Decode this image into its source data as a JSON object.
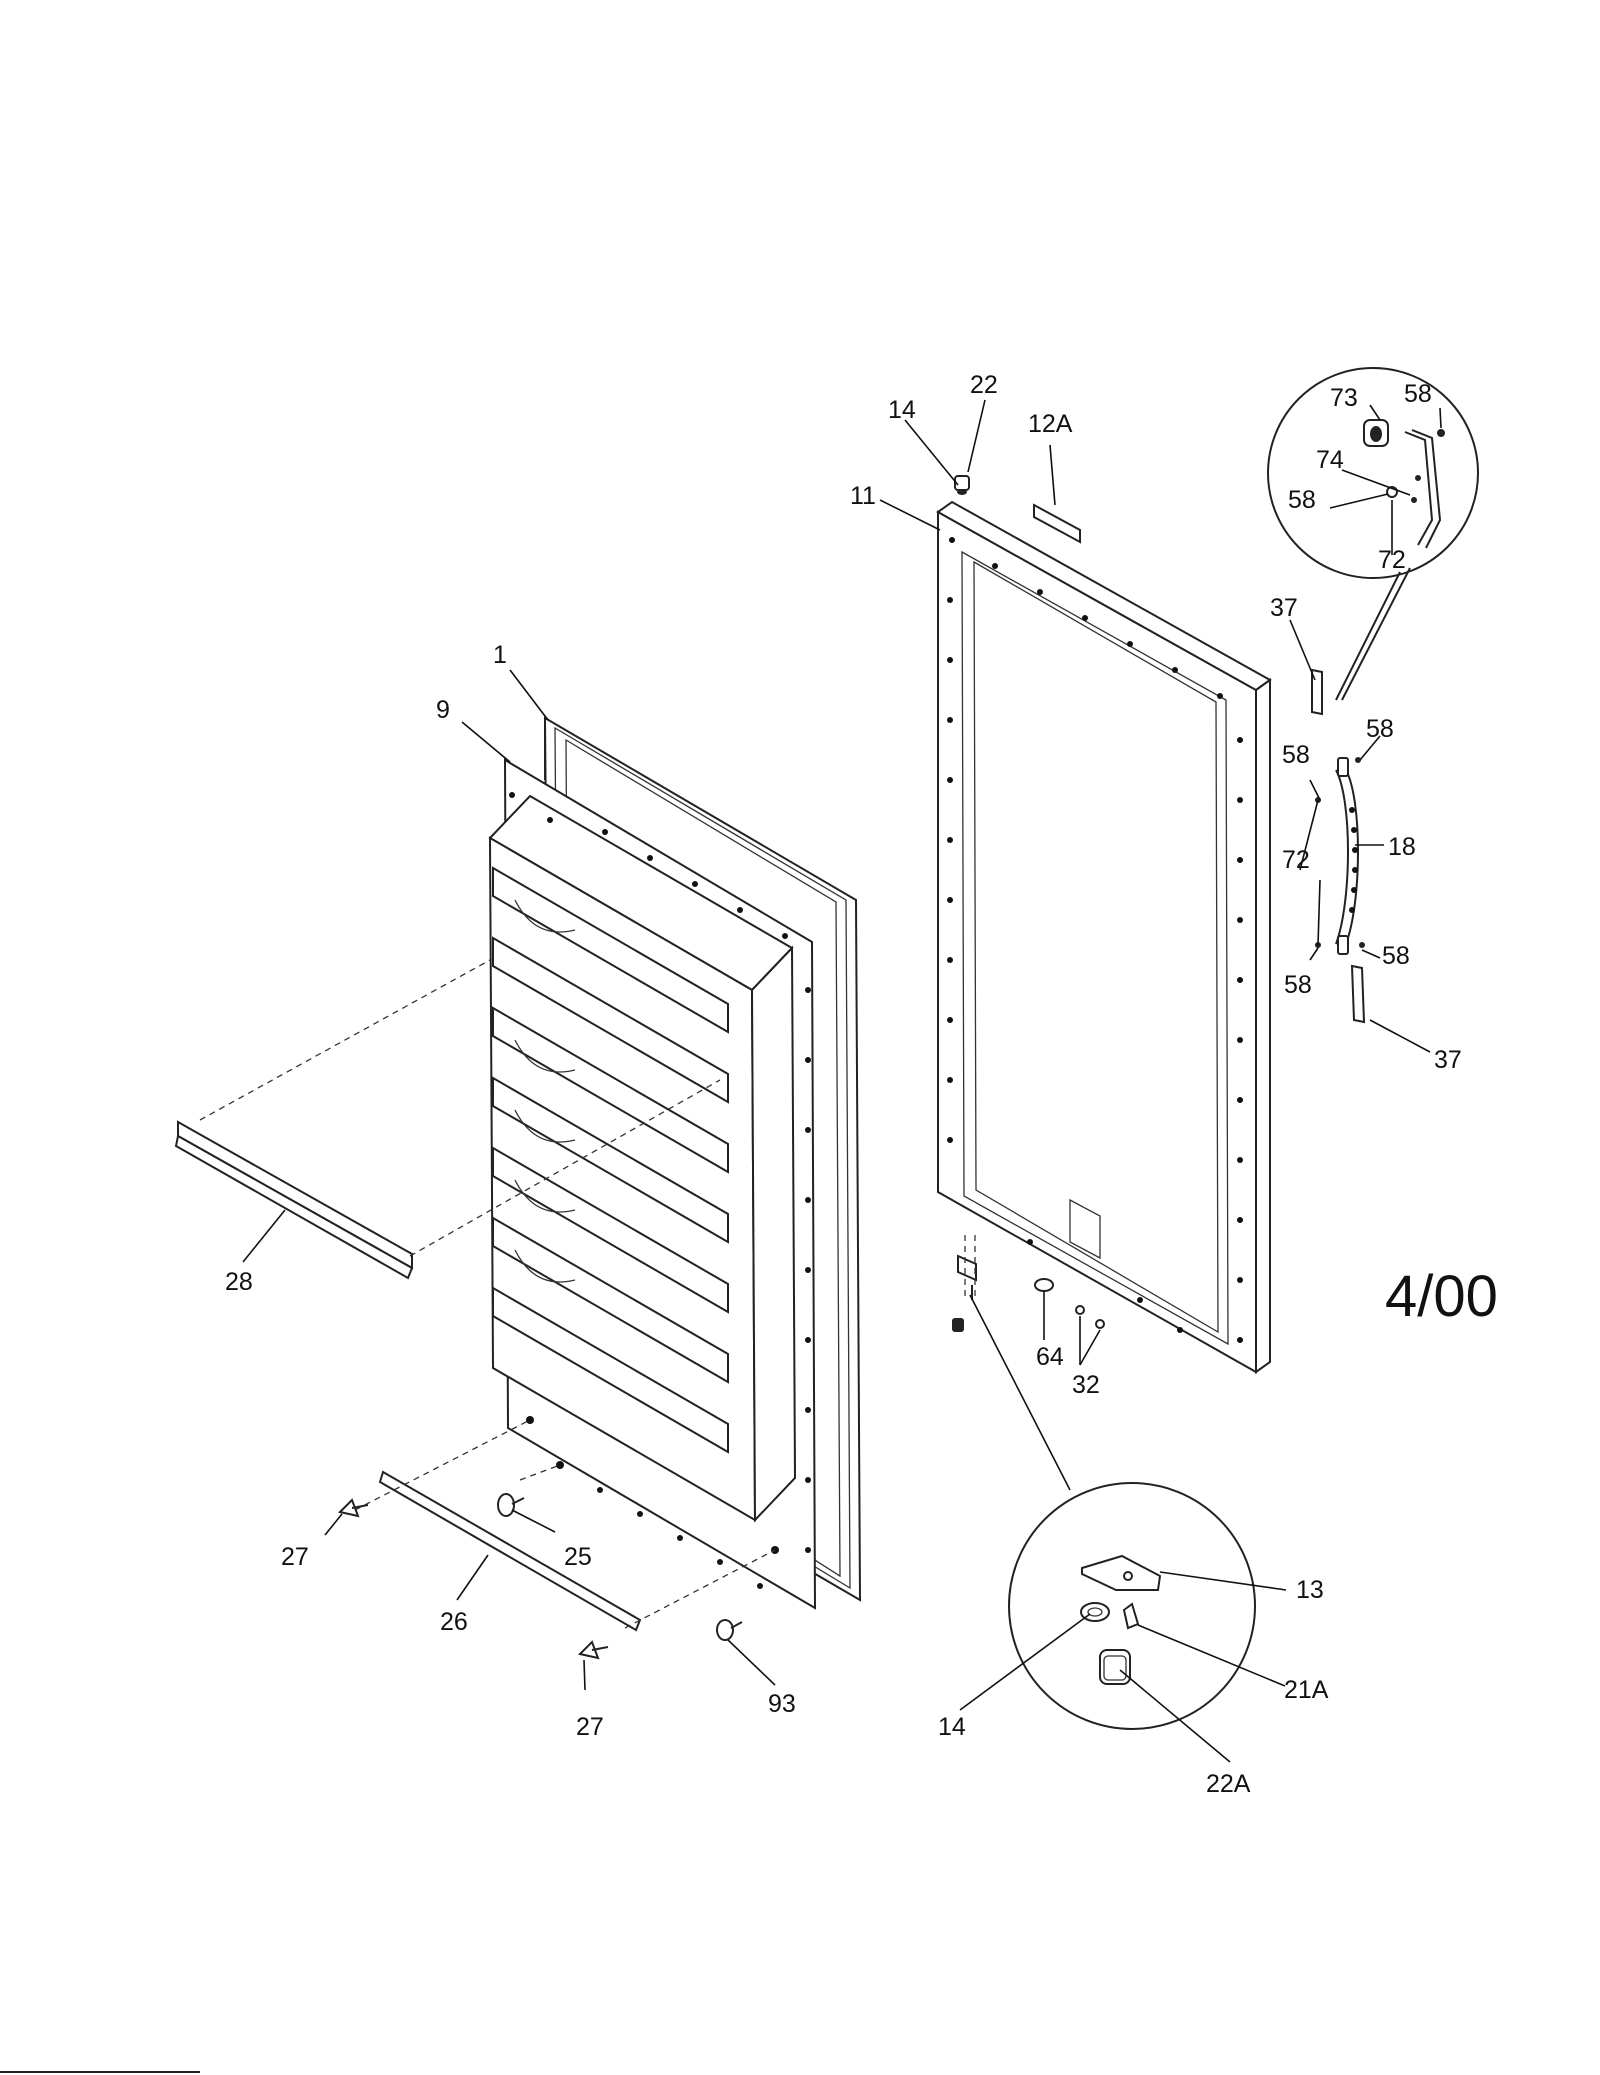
{
  "drawing": {
    "date_code": "4/00"
  },
  "labels": {
    "p1": "1",
    "p9": "9",
    "p11": "11",
    "p12a": "12A",
    "p13": "13",
    "p14_top": "14",
    "p14_inset": "14",
    "p18": "18",
    "p21a": "21A",
    "p22_top": "22",
    "p22a": "22A",
    "p25": "25",
    "p26": "26",
    "p27_upper": "27",
    "p27_lower": "27",
    "p28": "28",
    "p32": "32",
    "p37_upper": "37",
    "p37_lower": "37",
    "p58_inset_top": "58",
    "p58_inset_left": "58",
    "p58_right_upper": "58",
    "p58_left_upper": "58",
    "p58_right_lower": "58",
    "p58_left_lower": "58",
    "p64": "64",
    "p72_inset": "72",
    "p72_side": "72",
    "p73": "73",
    "p74": "74",
    "p93": "93"
  }
}
